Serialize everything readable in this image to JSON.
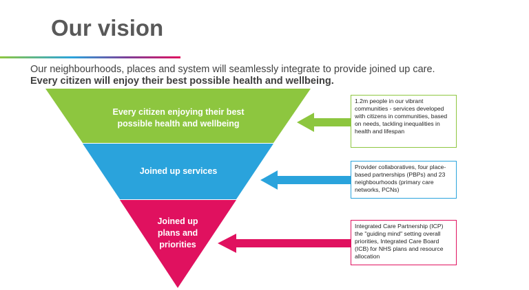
{
  "header": {
    "title": "Our vision",
    "subtitle_line1": "Our neighbourhoods, places and system will seamlessly integrate to provide joined up care.",
    "subtitle_line2": "Every citizen will enjoy their best possible health and wellbeing."
  },
  "tiers": [
    {
      "label": "Every citizen enjoying their best possible health and wellbeing",
      "color": "#8dc63f",
      "box_text": "1.2m people in our vibrant communities - services developed with citizens in communities, based on needs, tackling inequalities in health and lifespan"
    },
    {
      "label": "Joined up services",
      "color": "#2aa3dc",
      "box_text": "Provider collaboratives, four place-based partnerships (PBPs) and 23 neighbourhoods (primary care networks, PCNs)"
    },
    {
      "label": "Joined up plans and priorities",
      "color": "#e0115f",
      "box_text": "Integrated Care Partnership (ICP) the \"guiding mind\" setting overall priorities, Integrated Care Board (ICB) for NHS plans and resource allocation"
    }
  ]
}
